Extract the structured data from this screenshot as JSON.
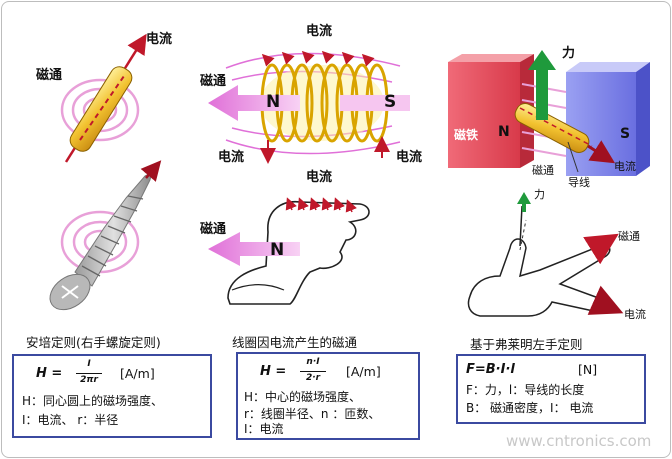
{
  "labels": {
    "current": "电流",
    "flux": "磁通",
    "force": "力",
    "magnet": "磁铁",
    "wire": "导线",
    "north": "N",
    "south": "S"
  },
  "panel_left": {
    "title": "安培定则(右手螺旋定则)",
    "formula_lhs": "H =",
    "numerator": "I",
    "denominator": "2πr",
    "unit": "[A/m]",
    "line1": "H：同心圆上的磁场强度、",
    "line2": "I：电流、 r：半径"
  },
  "panel_mid": {
    "title": "线圈因电流产生的磁通",
    "formula_lhs": "H =",
    "numerator": "n·I",
    "denominator": "2·r",
    "unit": "[A/m]",
    "line1": "H：中心的磁场强度、",
    "line2": "r：线圈半径、n ：匝数、",
    "line3": "I：电流"
  },
  "panel_right": {
    "title": "基于弗莱明左手定则",
    "formula": "F=B·I·l",
    "unit": "[N]",
    "line1": "F：力，l：导线的长度",
    "line2": "B： 磁通密度，I： 电流"
  },
  "watermark": "www.cntronics.com",
  "colors": {
    "box_border": "#3b4aa0",
    "north": "#e8485a",
    "south": "#6a6fe0",
    "flux": "#e98be6",
    "current": "#c0182a",
    "force": "#1f9a3c"
  }
}
